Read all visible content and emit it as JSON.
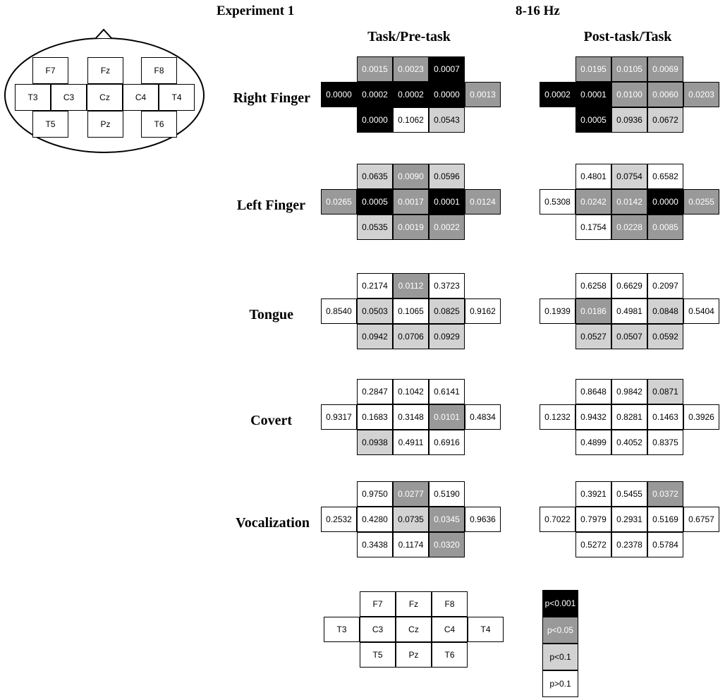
{
  "experiment_title": "Experiment 1",
  "band_title": "8-16 Hz",
  "col_headers": [
    "Task/Pre-task",
    "Post-task/Task"
  ],
  "electrode_layout": {
    "top": [
      "F7",
      "Fz",
      "F8"
    ],
    "mid": [
      "T3",
      "C3",
      "Cz",
      "C4",
      "T4"
    ],
    "bot": [
      "T5",
      "Pz",
      "T6"
    ]
  },
  "conditions": [
    {
      "label": "Right Finger",
      "panels": [
        {
          "top": [
            [
              "0.0015",
              "mid"
            ],
            [
              "0.0023",
              "mid"
            ],
            [
              "0.0007",
              "black"
            ]
          ],
          "mid": [
            [
              "0.0000",
              "black"
            ],
            [
              "0.0002",
              "black"
            ],
            [
              "0.0002",
              "black"
            ],
            [
              "0.0000",
              "black"
            ],
            [
              "0.0013",
              "mid"
            ]
          ],
          "bot": [
            [
              "0.0000",
              "black"
            ],
            [
              "0.1062",
              "white"
            ],
            [
              "0.0543",
              "light"
            ]
          ]
        },
        {
          "top": [
            [
              "0.0195",
              "mid"
            ],
            [
              "0.0105",
              "mid"
            ],
            [
              "0.0069",
              "mid"
            ]
          ],
          "mid": [
            [
              "0.0002",
              "black"
            ],
            [
              "0.0001",
              "black"
            ],
            [
              "0.0100",
              "mid"
            ],
            [
              "0.0060",
              "mid"
            ],
            [
              "0.0203",
              "mid"
            ]
          ],
          "bot": [
            [
              "0.0005",
              "black"
            ],
            [
              "0.0936",
              "light"
            ],
            [
              "0.0672",
              "light"
            ]
          ]
        }
      ]
    },
    {
      "label": "Left Finger",
      "panels": [
        {
          "top": [
            [
              "0.0635",
              "light"
            ],
            [
              "0.0090",
              "mid"
            ],
            [
              "0.0596",
              "light"
            ]
          ],
          "mid": [
            [
              "0.0265",
              "mid"
            ],
            [
              "0.0005",
              "black"
            ],
            [
              "0.0017",
              "mid"
            ],
            [
              "0.0001",
              "black"
            ],
            [
              "0.0124",
              "mid"
            ]
          ],
          "bot": [
            [
              "0.0535",
              "light"
            ],
            [
              "0.0019",
              "mid"
            ],
            [
              "0.0022",
              "mid"
            ]
          ]
        },
        {
          "top": [
            [
              "0.4801",
              "white"
            ],
            [
              "0.0754",
              "light"
            ],
            [
              "0.6582",
              "white"
            ]
          ],
          "mid": [
            [
              "0.5308",
              "white"
            ],
            [
              "0.0242",
              "mid"
            ],
            [
              "0.0142",
              "mid"
            ],
            [
              "0.0000",
              "black"
            ],
            [
              "0.0255",
              "mid"
            ]
          ],
          "bot": [
            [
              "0.1754",
              "white"
            ],
            [
              "0.0228",
              "mid"
            ],
            [
              "0.0085",
              "mid"
            ]
          ]
        }
      ]
    },
    {
      "label": "Tongue",
      "panels": [
        {
          "top": [
            [
              "0.2174",
              "white"
            ],
            [
              "0.0112",
              "mid"
            ],
            [
              "0.3723",
              "white"
            ]
          ],
          "mid": [
            [
              "0.8540",
              "white"
            ],
            [
              "0.0503",
              "light"
            ],
            [
              "0.1065",
              "white"
            ],
            [
              "0.0825",
              "light"
            ],
            [
              "0.9162",
              "white"
            ]
          ],
          "bot": [
            [
              "0.0942",
              "light"
            ],
            [
              "0.0706",
              "light"
            ],
            [
              "0.0929",
              "light"
            ]
          ]
        },
        {
          "top": [
            [
              "0.6258",
              "white"
            ],
            [
              "0.6629",
              "white"
            ],
            [
              "0.2097",
              "white"
            ]
          ],
          "mid": [
            [
              "0.1939",
              "white"
            ],
            [
              "0.0186",
              "mid"
            ],
            [
              "0.4981",
              "white"
            ],
            [
              "0.0848",
              "light"
            ],
            [
              "0.5404",
              "white"
            ]
          ],
          "bot": [
            [
              "0.0527",
              "light"
            ],
            [
              "0.0507",
              "light"
            ],
            [
              "0.0592",
              "light"
            ]
          ]
        }
      ]
    },
    {
      "label": "Covert",
      "panels": [
        {
          "top": [
            [
              "0.2847",
              "white"
            ],
            [
              "0.1042",
              "white"
            ],
            [
              "0.6141",
              "white"
            ]
          ],
          "mid": [
            [
              "0.9317",
              "white"
            ],
            [
              "0.1683",
              "white"
            ],
            [
              "0.3148",
              "white"
            ],
            [
              "0.0101",
              "mid"
            ],
            [
              "0.4834",
              "white"
            ]
          ],
          "bot": [
            [
              "0.0938",
              "light"
            ],
            [
              "0.4911",
              "white"
            ],
            [
              "0.6916",
              "white"
            ]
          ]
        },
        {
          "top": [
            [
              "0.8648",
              "white"
            ],
            [
              "0.9842",
              "white"
            ],
            [
              "0.0871",
              "light"
            ]
          ],
          "mid": [
            [
              "0.1232",
              "white"
            ],
            [
              "0.9432",
              "white"
            ],
            [
              "0.8281",
              "white"
            ],
            [
              "0.1463",
              "white"
            ],
            [
              "0.3926",
              "white"
            ]
          ],
          "bot": [
            [
              "0.4899",
              "white"
            ],
            [
              "0.4052",
              "white"
            ],
            [
              "0.8375",
              "white"
            ]
          ]
        }
      ]
    },
    {
      "label": "Vocalization",
      "panels": [
        {
          "top": [
            [
              "0.9750",
              "white"
            ],
            [
              "0.0277",
              "mid"
            ],
            [
              "0.5190",
              "white"
            ]
          ],
          "mid": [
            [
              "0.2532",
              "white"
            ],
            [
              "0.4280",
              "white"
            ],
            [
              "0.0735",
              "light"
            ],
            [
              "0.0345",
              "mid"
            ],
            [
              "0.9636",
              "white"
            ]
          ],
          "bot": [
            [
              "0.3438",
              "white"
            ],
            [
              "0.1174",
              "white"
            ],
            [
              "0.0320",
              "mid"
            ]
          ]
        },
        {
          "top": [
            [
              "0.3921",
              "white"
            ],
            [
              "0.5455",
              "white"
            ],
            [
              "0.0372",
              "mid"
            ]
          ],
          "mid": [
            [
              "0.7022",
              "white"
            ],
            [
              "0.7979",
              "white"
            ],
            [
              "0.2931",
              "white"
            ],
            [
              "0.5169",
              "white"
            ],
            [
              "0.6757",
              "white"
            ]
          ],
          "bot": [
            [
              "0.5272",
              "white"
            ],
            [
              "0.2378",
              "white"
            ],
            [
              "0.5784",
              "white"
            ]
          ]
        }
      ]
    }
  ],
  "legend": [
    {
      "label": "p<0.001",
      "level": "black"
    },
    {
      "label": "p<0.05",
      "level": "mid"
    },
    {
      "label": "p<0.1",
      "level": "light"
    },
    {
      "label": "p>0.1",
      "level": "white"
    }
  ],
  "colors": {
    "black": "#000000",
    "mid": "#999999",
    "light": "#d2d2d2",
    "white": "#ffffff"
  }
}
